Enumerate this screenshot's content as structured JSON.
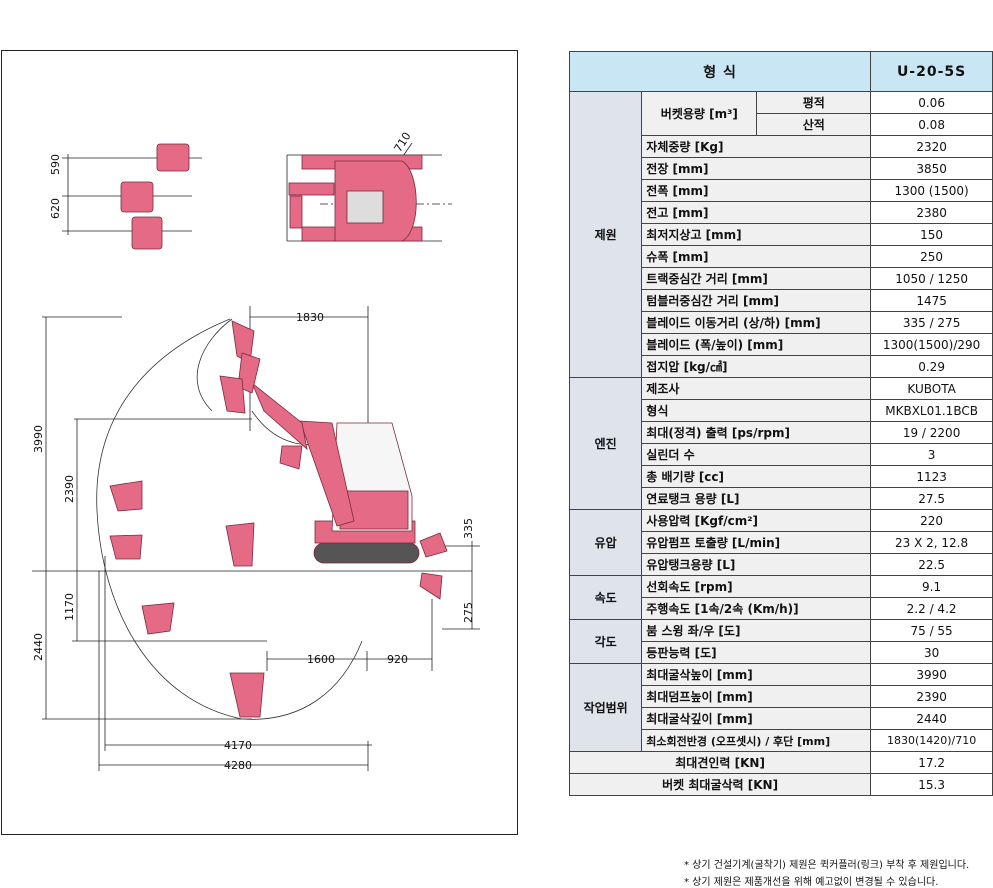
{
  "drawing": {
    "dims": {
      "d590": "590",
      "d620": "620",
      "d710": "710",
      "d1830": "1830",
      "d3990": "3990",
      "d2390": "2390",
      "d335": "335",
      "d275": "275",
      "d1170": "1170",
      "d2440": "2440",
      "d1600": "1600",
      "d920": "920",
      "d4170": "4170",
      "d4280": "4280"
    },
    "colors": {
      "machine": "#e46a85",
      "machine_stroke": "#7a2a3a",
      "line": "#222222"
    }
  },
  "spec": {
    "header": {
      "label": "형   식",
      "model": "U-20-5S"
    },
    "groups": {
      "dims": "제원",
      "engine": "엔진",
      "hydraulic": "유압",
      "speed": "속도",
      "angle": "각도",
      "work": "작업범위"
    },
    "bucket": {
      "label": "버켓용량 [m³]",
      "flat": "평적",
      "flat_val": "0.06",
      "heaped": "산적",
      "heaped_val": "0.08"
    },
    "dims_rows": [
      {
        "label": "자체중량 [Kg]",
        "value": "2320"
      },
      {
        "label": "전장 [mm]",
        "value": "3850"
      },
      {
        "label": "전폭 [mm]",
        "value": "1300 (1500)"
      },
      {
        "label": "전고 [mm]",
        "value": "2380"
      },
      {
        "label": "최저지상고 [mm]",
        "value": "150"
      },
      {
        "label": "슈폭 [mm]",
        "value": "250"
      },
      {
        "label": "트랙중심간 거리 [mm]",
        "value": "1050 / 1250"
      },
      {
        "label": "텀블러중심간 거리 [mm]",
        "value": "1475"
      },
      {
        "label": "블레이드 이동거리 (상/하) [mm]",
        "value": "335 / 275"
      },
      {
        "label": "블레이드 (폭/높이) [mm]",
        "value": "1300(1500)/290"
      },
      {
        "label": "접지압 [kg/㎠]",
        "value": "0.29"
      }
    ],
    "engine_rows": [
      {
        "label": "제조사",
        "value": "KUBOTA"
      },
      {
        "label": "형식",
        "value": "MKBXL01.1BCB"
      },
      {
        "label": "최대(정격) 출력 [ps/rpm]",
        "value": "19 / 2200"
      },
      {
        "label": "실린더 수",
        "value": "3"
      },
      {
        "label": "총 배기량 [cc]",
        "value": "1123"
      },
      {
        "label": "연료탱크 용량 [L]",
        "value": "27.5"
      }
    ],
    "hydraulic_rows": [
      {
        "label": "사용압력 [Kgf/cm²]",
        "value": "220"
      },
      {
        "label": "유압펌프 토출량 [L/min]",
        "value": "23 X 2,  12.8"
      },
      {
        "label": "유압탱크용량 [L]",
        "value": "22.5"
      }
    ],
    "speed_rows": [
      {
        "label": "선회속도 [rpm]",
        "value": "9.1"
      },
      {
        "label": "주행속도 [1속/2속 (Km/h)]",
        "value": "2.2 / 4.2"
      }
    ],
    "angle_rows": [
      {
        "label": "붐 스윙 좌/우 [도]",
        "value": "75 / 55"
      },
      {
        "label": "등판능력 [도]",
        "value": "30"
      }
    ],
    "work_rows": [
      {
        "label": "최대굴삭높이 [mm]",
        "value": "3990"
      },
      {
        "label": "최대덤프높이 [mm]",
        "value": "2390"
      },
      {
        "label": "최대굴삭깊이 [mm]",
        "value": "2440"
      },
      {
        "label": "최소회전반경 (오프셋시) / 후단 [mm]",
        "value": "1830(1420)/710"
      }
    ],
    "tail_rows": [
      {
        "label": "최대견인력 [KN]",
        "value": "17.2"
      },
      {
        "label": "버켓 최대굴삭력 [KN]",
        "value": "15.3"
      }
    ]
  },
  "notes": [
    "* 상기 건설기계(굴착기) 제원은 퀵커플러(링크) 부착 후 제원입니다.",
    "* 상기 제원은 제품개선을 위해 예고없이 변경될 수 있습니다."
  ]
}
